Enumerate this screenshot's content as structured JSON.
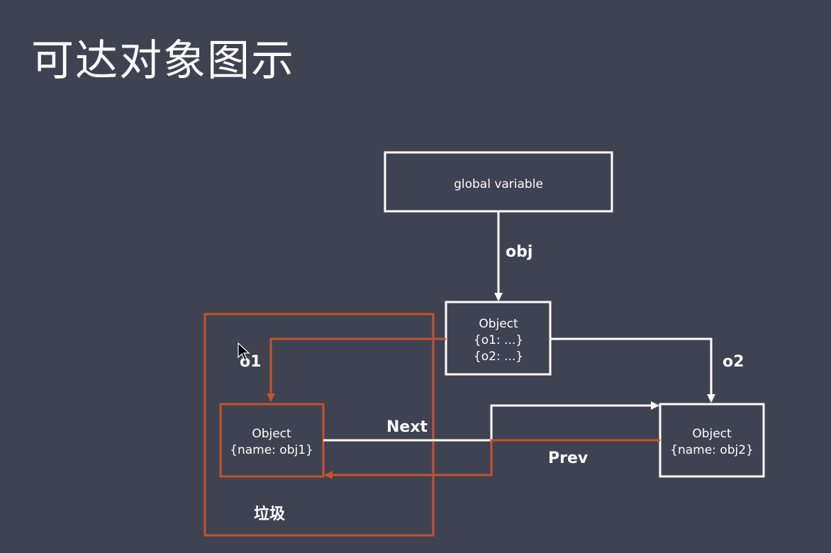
{
  "slide": {
    "title": "可达对象图示"
  },
  "colors": {
    "background": "#3f4250",
    "reachable": "#ffffff",
    "garbage": "#c4542b"
  },
  "nodes": {
    "global": {
      "label": "global variable"
    },
    "root_object": {
      "line1": "Object",
      "line2": "{o1:  ...}",
      "line3": "{o2:  ...}"
    },
    "obj1": {
      "line1": "Object",
      "line2": "{name: obj1}"
    },
    "obj2": {
      "line1": "Object",
      "line2": "{name: obj2}"
    }
  },
  "edges": {
    "obj": "obj",
    "o1": "o1",
    "o2": "o2",
    "next": "Next",
    "prev": "Prev"
  },
  "garbage_region": {
    "label": "垃圾"
  },
  "icons": {
    "cursor": "mouse-pointer-icon"
  }
}
